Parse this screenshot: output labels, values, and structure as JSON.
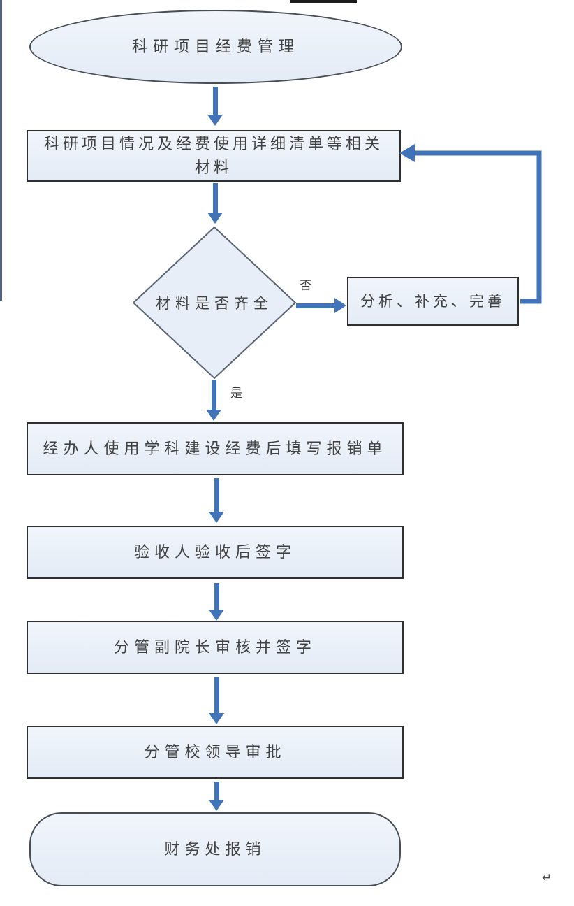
{
  "meta": {
    "return_mark": "↵"
  },
  "colors": {
    "arrow_blue": "#4173b8",
    "shape_fill_top": "#f1f5fb",
    "shape_fill_bottom": "#e3ebf6",
    "rect_border": "#2f2f2f",
    "terminator_border": "#474e55",
    "diamond_border": "#5a6475",
    "text": "#414141"
  },
  "flowchart": {
    "start": {
      "label": "科研项目经费管理",
      "shape": "ellipse"
    },
    "materials": {
      "label": "科研项目情况及经费使用详细清单等相关材料",
      "shape": "rectangle"
    },
    "decision": {
      "label": "材料是否齐全",
      "shape": "diamond",
      "no_label": "否",
      "yes_label": "是"
    },
    "revise": {
      "label": "分析、补充、完善",
      "shape": "rectangle"
    },
    "fill_form": {
      "label": "经办人使用学科建设经费后填写报销单",
      "shape": "rectangle"
    },
    "acceptance_sign": {
      "label": "验收人验收后签字",
      "shape": "rectangle"
    },
    "vice_dean_review": {
      "label": "分管副院长审核并签字",
      "shape": "rectangle"
    },
    "school_leader_approve": {
      "label": "分管校领导审批",
      "shape": "rectangle"
    },
    "finance_reimburse": {
      "label": "财务处报销",
      "shape": "rounded-rectangle"
    }
  }
}
